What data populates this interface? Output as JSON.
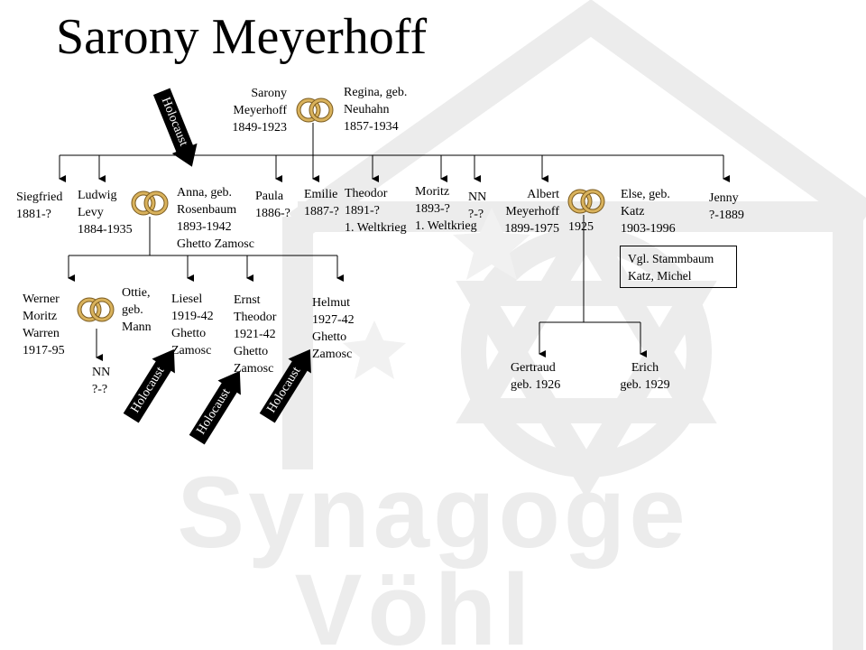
{
  "title": "Sarony Meyerhoff",
  "watermark": {
    "line1": "Synagoge",
    "line2": "Vöhl"
  },
  "holocaust_label": "Holocaust",
  "parents": {
    "father": [
      "Sarony",
      "Meyerhoff",
      "1849-1923"
    ],
    "mother": [
      "Regina,  geb.",
      "Neuhahn",
      "1857-1934"
    ]
  },
  "children": {
    "siegfried": [
      "Siegfried",
      "1881-?"
    ],
    "ludwig": [
      "Ludwig",
      "Levy",
      "1884-1935"
    ],
    "anna": [
      "Anna,  geb.",
      "Rosenbaum",
      "1893-1942",
      "Ghetto  Zamosc"
    ],
    "paula": [
      "Paula",
      "1886-?"
    ],
    "emilie": [
      "Emilie",
      "1887-?"
    ],
    "theodor": [
      "Theodor",
      "1891-?",
      "1. Weltkrieg"
    ],
    "moritz": [
      "Moritz",
      "1893-?",
      "1. Weltkrieg"
    ],
    "nn": [
      "NN",
      "?-?"
    ],
    "albert": [
      "Albert",
      "Meyerhoff",
      "1899-1975"
    ],
    "marriage_year": "1925",
    "else": [
      "Else,  geb.",
      "Katz",
      "1903-1996"
    ],
    "jenny": [
      "Jenny",
      "?-1889"
    ]
  },
  "reference_box": [
    "Vgl.  Stammbaum",
    "Katz, Michel"
  ],
  "grandchildren_ludwig": {
    "werner": [
      "Werner",
      "Moritz",
      "Warren",
      "1917-95"
    ],
    "ottie": [
      "Ottie,",
      "geb.",
      "Mann"
    ],
    "nn": [
      "NN",
      "?-?"
    ],
    "liesel": [
      "Liesel",
      "1919-42",
      "Ghetto",
      "Zamosc"
    ],
    "ernst": [
      "Ernst",
      "Theodor",
      "1921-42",
      "Ghetto",
      "Zamosc"
    ],
    "helmut": [
      "Helmut",
      "1927-42",
      "Ghetto",
      "Zamosc"
    ]
  },
  "grandchildren_albert": {
    "gertraud": [
      "Gertraud",
      "geb. 1926"
    ],
    "erich": [
      "Erich",
      "geb. 1929"
    ]
  },
  "colors": {
    "ink": "#000000",
    "watermark": "#ececec",
    "ring_gold": "#c9a24a",
    "ring_dark": "#7a5a1e"
  }
}
